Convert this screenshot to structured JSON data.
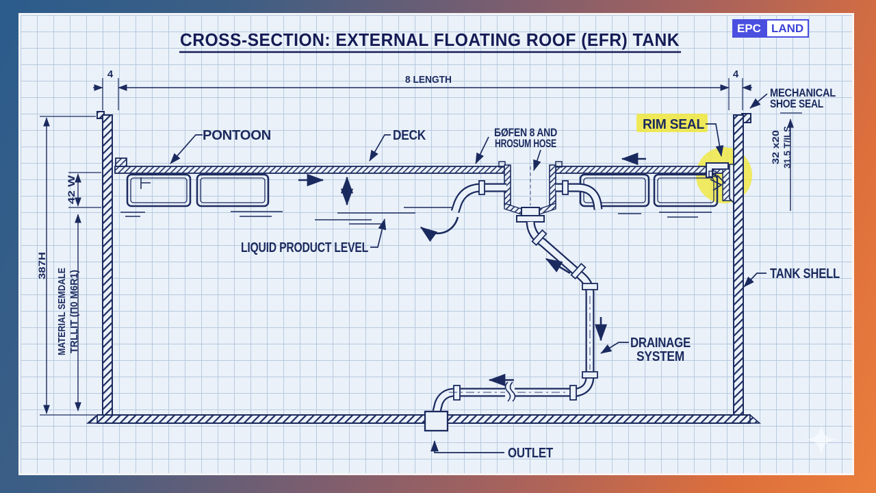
{
  "title": "CROSS-SECTION: EXTERNAL FLOATING ROOF (EFR) TANK",
  "logo": {
    "epc": "EPC",
    "land": "LAND"
  },
  "dims": {
    "length": "8 LENGTH",
    "gap_left": "4",
    "gap_right": "4",
    "height": "387H",
    "pontoon": "42 W",
    "material1": "MATERIAL SEMDALE",
    "material2": "TRLLIT (Π0 M6R1)",
    "right1": "32 x20",
    "right2": "31.5 T/ILS"
  },
  "labels": {
    "pontoon": "PONTOON",
    "deck": "DECK",
    "hose1": "БØFEN 8 AND",
    "hose2": "HROSUM HOSE",
    "rim_seal": "RIM SEAL",
    "mech1": "MECHANICAL",
    "mech2": "SHOE SEAL",
    "tank_shell": "TANK SHELL",
    "liquid": "LIQUID PRODUCT LEVEL",
    "drainage1": "DRAINAGE",
    "drainage2": "SYSTEM",
    "outlet": "OUTLET"
  },
  "colors": {
    "ink": "#1b2a5e",
    "highlight": "#f0e83c",
    "paper": "#eaf1f9",
    "grid": "#b7c9de",
    "frame_blue": "#2b5c8c",
    "frame_orange": "#ea7f3d",
    "logo_indigo": "#4a4fe0"
  }
}
